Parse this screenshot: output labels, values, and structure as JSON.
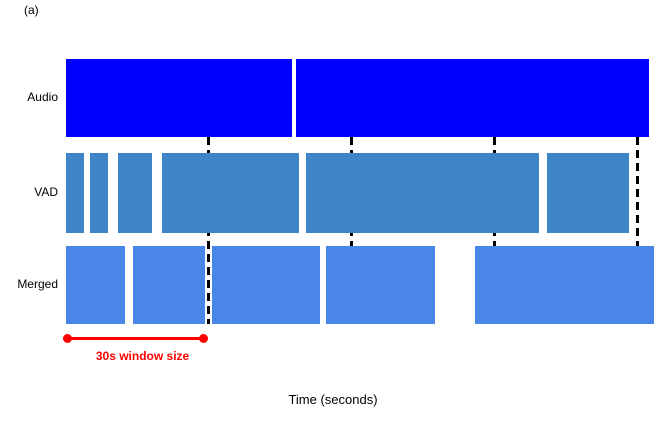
{
  "figure": {
    "corner_label": "(a)",
    "x_axis_label": "Time (seconds)"
  },
  "chart_data": {
    "type": "bar",
    "subtype": "horizontal-timeline-segments",
    "title": "",
    "xlabel": "Time (seconds)",
    "time_unit": "seconds",
    "x_range_s": [
      0,
      125
    ],
    "window_size_s": 30,
    "window_boundaries_s": [
      30,
      60,
      90,
      120
    ],
    "window_boundary_style": "black dashed vertical lines",
    "legend_position": "none",
    "rows": [
      {
        "label": "Audio",
        "color": "#0000ff",
        "segments_s": [
          [
            0,
            47.5
          ],
          [
            48.3,
            122.3
          ]
        ]
      },
      {
        "label": "VAD",
        "color": "#3d85c6",
        "segments_s": [
          [
            0,
            3.9
          ],
          [
            5.1,
            8.9
          ],
          [
            11.0,
            18.1
          ],
          [
            20.2,
            49.0
          ],
          [
            50.4,
            99.3
          ],
          [
            100.9,
            118.1
          ]
        ]
      },
      {
        "label": "Merged",
        "color": "#4a86e8",
        "segments_s": [
          [
            0,
            12.5
          ],
          [
            14.2,
            29.2
          ],
          [
            30.7,
            53.4
          ],
          [
            54.6,
            77.5
          ],
          [
            85.8,
            123.4
          ]
        ]
      }
    ],
    "annotation": {
      "text": "30s window size",
      "span_s": [
        0.5,
        29.0
      ],
      "color": "#ff0000",
      "style": "horizontal red line with round endpoints below bottom row"
    }
  },
  "colors": {
    "row1_bar": "#0000ff",
    "row2_bar": "#3d85c6",
    "row3_bar": "#4a86e8",
    "annotation": "#ff0000",
    "boundary_line": "#000000",
    "background": "#ffffff",
    "text": "#000000"
  }
}
